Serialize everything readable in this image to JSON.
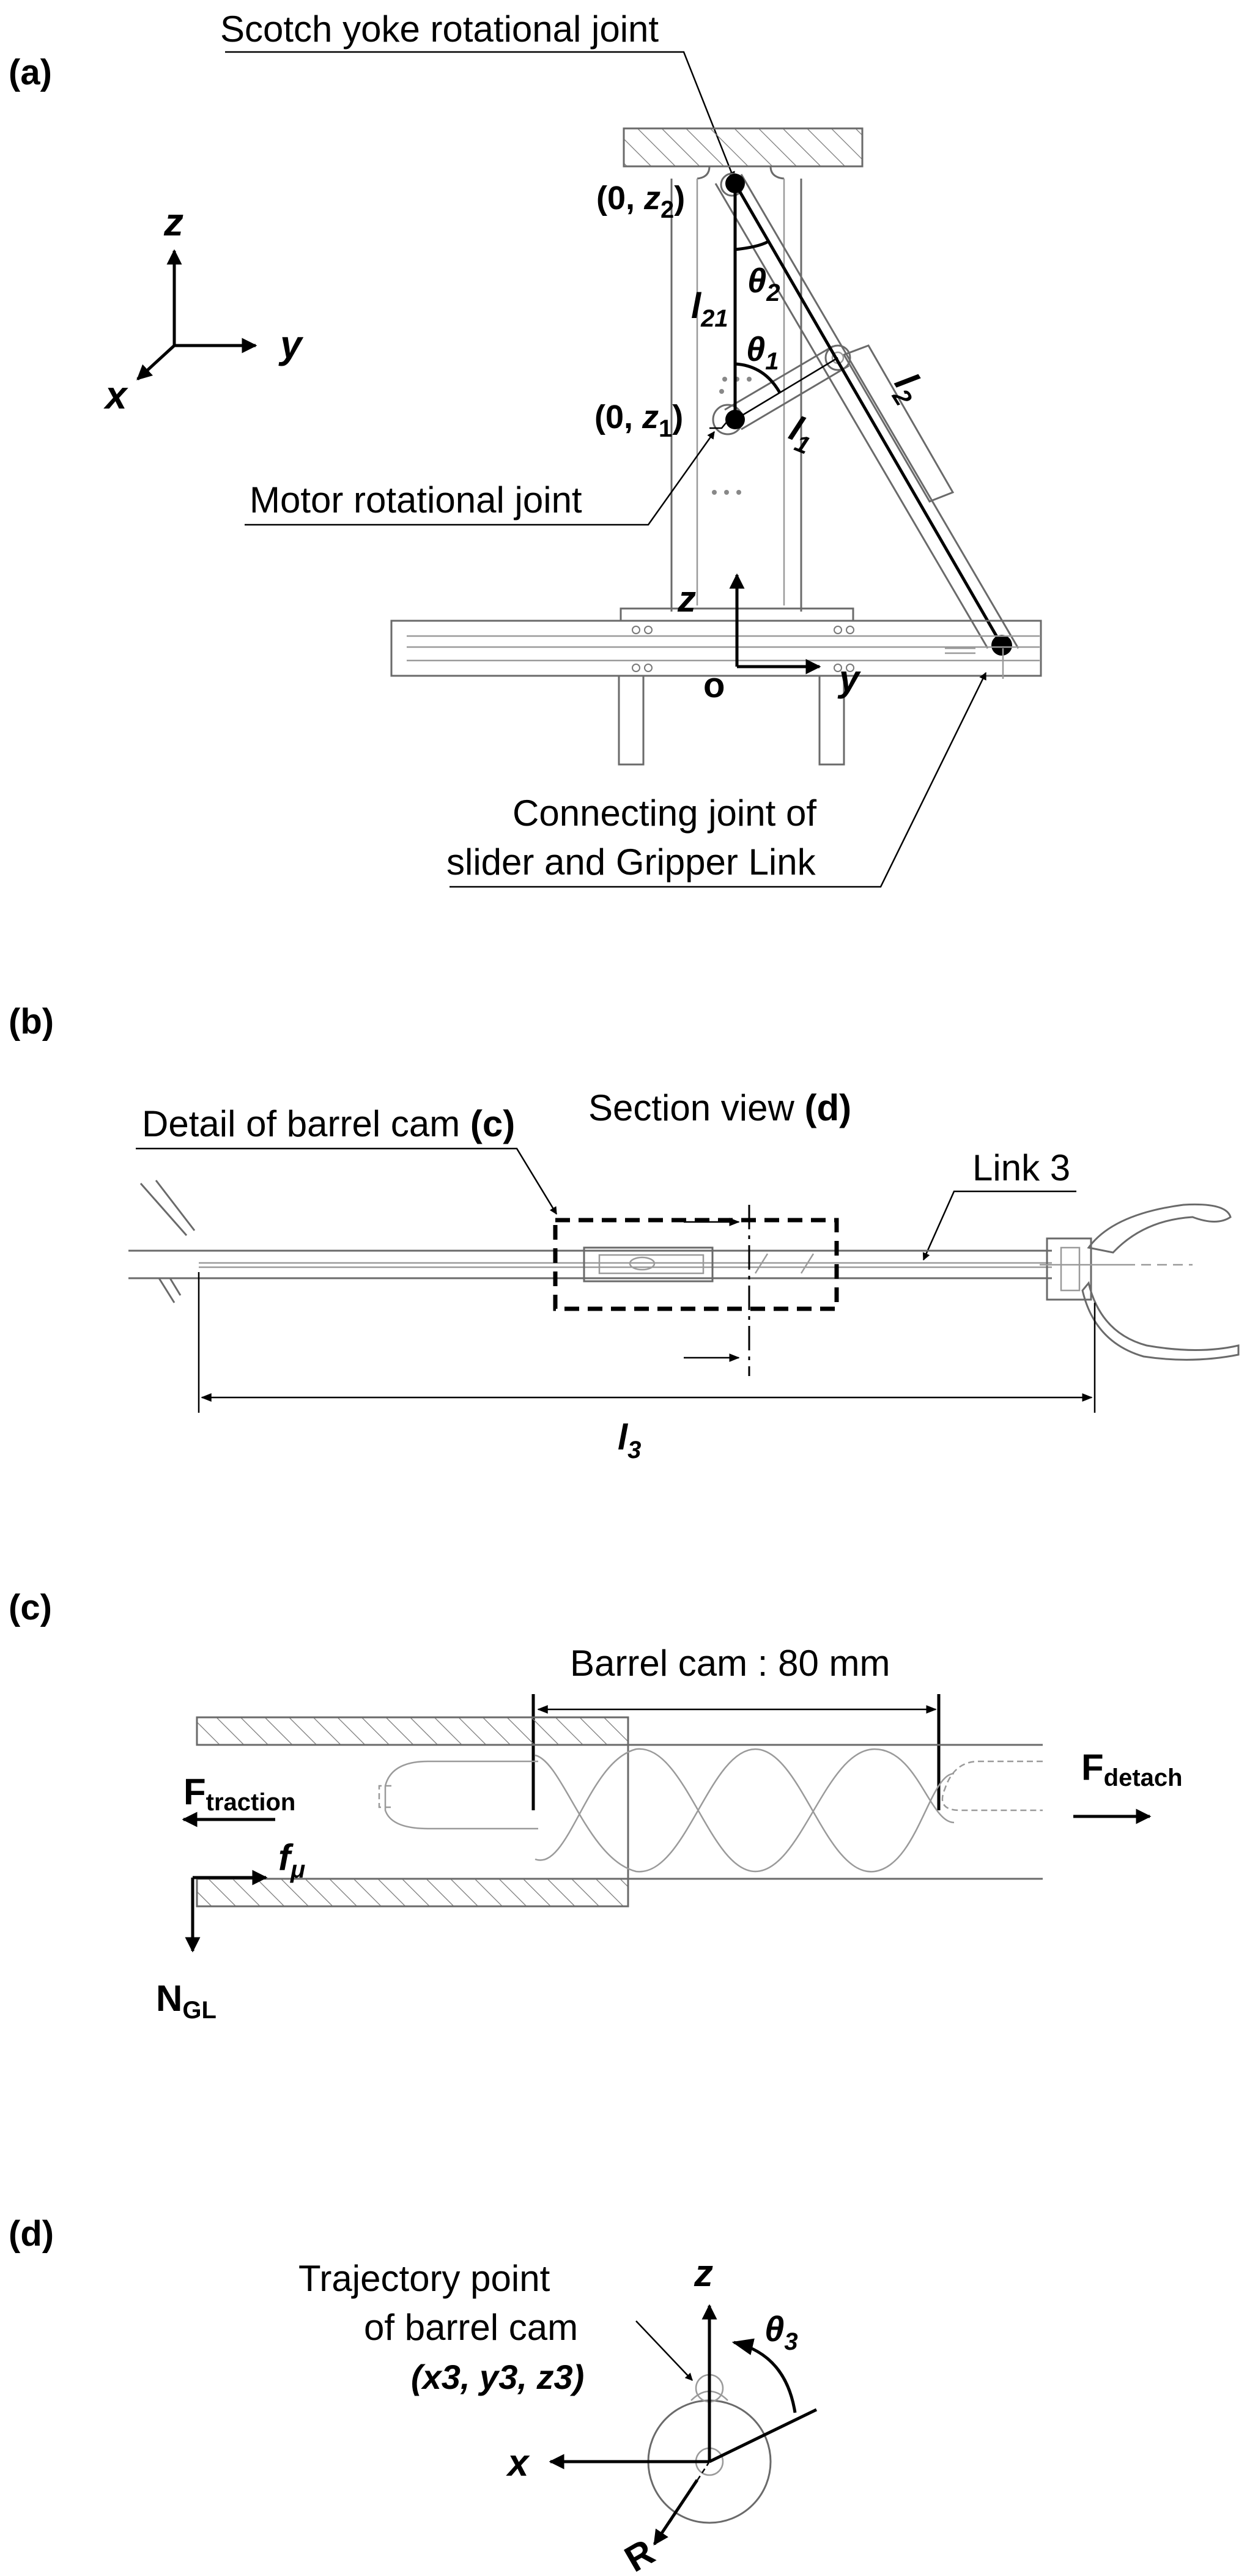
{
  "panels": {
    "a": {
      "tag": "(a)",
      "scotch_yoke_joint": "Scotch yoke rotational joint",
      "motor_joint": "Motor rotational joint",
      "connect_line1": "Connecting joint of",
      "connect_line2": "slider and Gripper Link",
      "point_top": {
        "prefix": "(0, ",
        "var": "z",
        "sub": "2",
        "suffix": ")"
      },
      "point_mid": {
        "prefix": "(0, ",
        "var": "z",
        "sub": "1",
        "suffix": ")"
      },
      "theta1": {
        "var": "θ",
        "sub": "1"
      },
      "theta2": {
        "var": "θ",
        "sub": "2"
      },
      "l21": {
        "var": "l",
        "sub": "21"
      },
      "l1": {
        "var": "l",
        "sub": "1"
      },
      "l2": {
        "var": "l",
        "sub": "2"
      },
      "axes_global": {
        "z": "z",
        "y": "y",
        "x": "x"
      },
      "axes_local": {
        "z": "z",
        "y": "y",
        "o": "o"
      }
    },
    "b": {
      "tag": "(b)",
      "detail_text": "Detail of barrel cam ",
      "detail_ref": "(c)",
      "section_text": "Section view ",
      "section_ref": "(d)",
      "link3": "Link 3",
      "l3": {
        "var": "l",
        "sub": "3"
      }
    },
    "c": {
      "tag": "(c)",
      "barrel_cam": "Barrel cam : 80 mm",
      "f_traction": {
        "main": "F",
        "sub": "traction"
      },
      "f_detach": {
        "main": "F",
        "sub": "detach"
      },
      "f_mu": {
        "main": "f",
        "sub": "μ"
      },
      "n_gl": {
        "main": "N",
        "sub": "GL"
      }
    },
    "d": {
      "tag": "(d)",
      "traj_line1": "Trajectory point",
      "traj_line2": "of barrel cam",
      "traj_coords": "(x3, y3, z3)",
      "theta3": {
        "var": "θ",
        "sub": "3"
      },
      "z": "z",
      "x": "x",
      "r": "R"
    }
  }
}
